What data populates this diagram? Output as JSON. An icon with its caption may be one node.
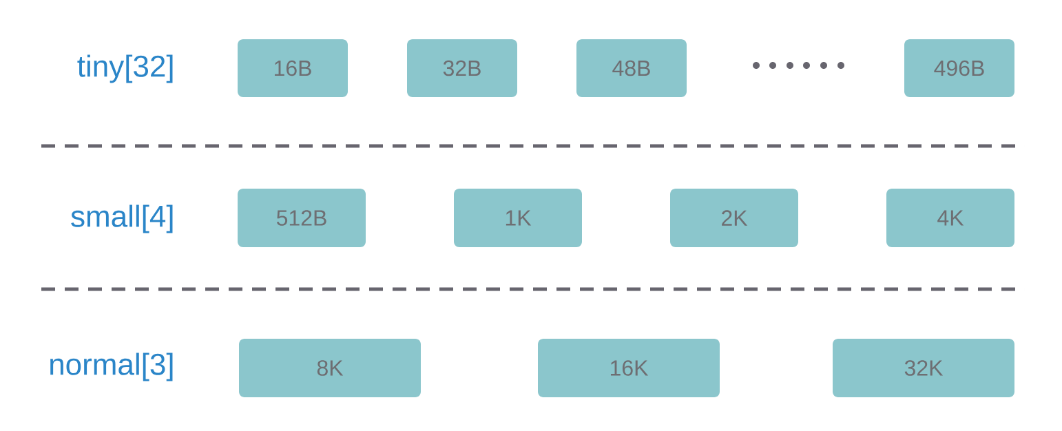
{
  "diagram": {
    "nodes": [
      {
        "text": [
          "16B"
        ]
      },
      {
        "text": [
          "32B"
        ]
      },
      {
        "text": [
          "48B"
        ]
      },
      {
        "text": [
          "496B"
        ]
      },
      {
        "text": [
          "512B"
        ]
      },
      {
        "text": [
          "1K"
        ]
      },
      {
        "text": [
          "2K"
        ]
      },
      {
        "text": [
          "4K"
        ]
      },
      {
        "text": [
          "8K"
        ]
      },
      {
        "text": [
          "16K"
        ]
      },
      {
        "text": [
          "32K"
        ]
      }
    ],
    "labels": [
      "tiny[32]",
      "small[4]",
      "normal[3]"
    ]
  }
}
